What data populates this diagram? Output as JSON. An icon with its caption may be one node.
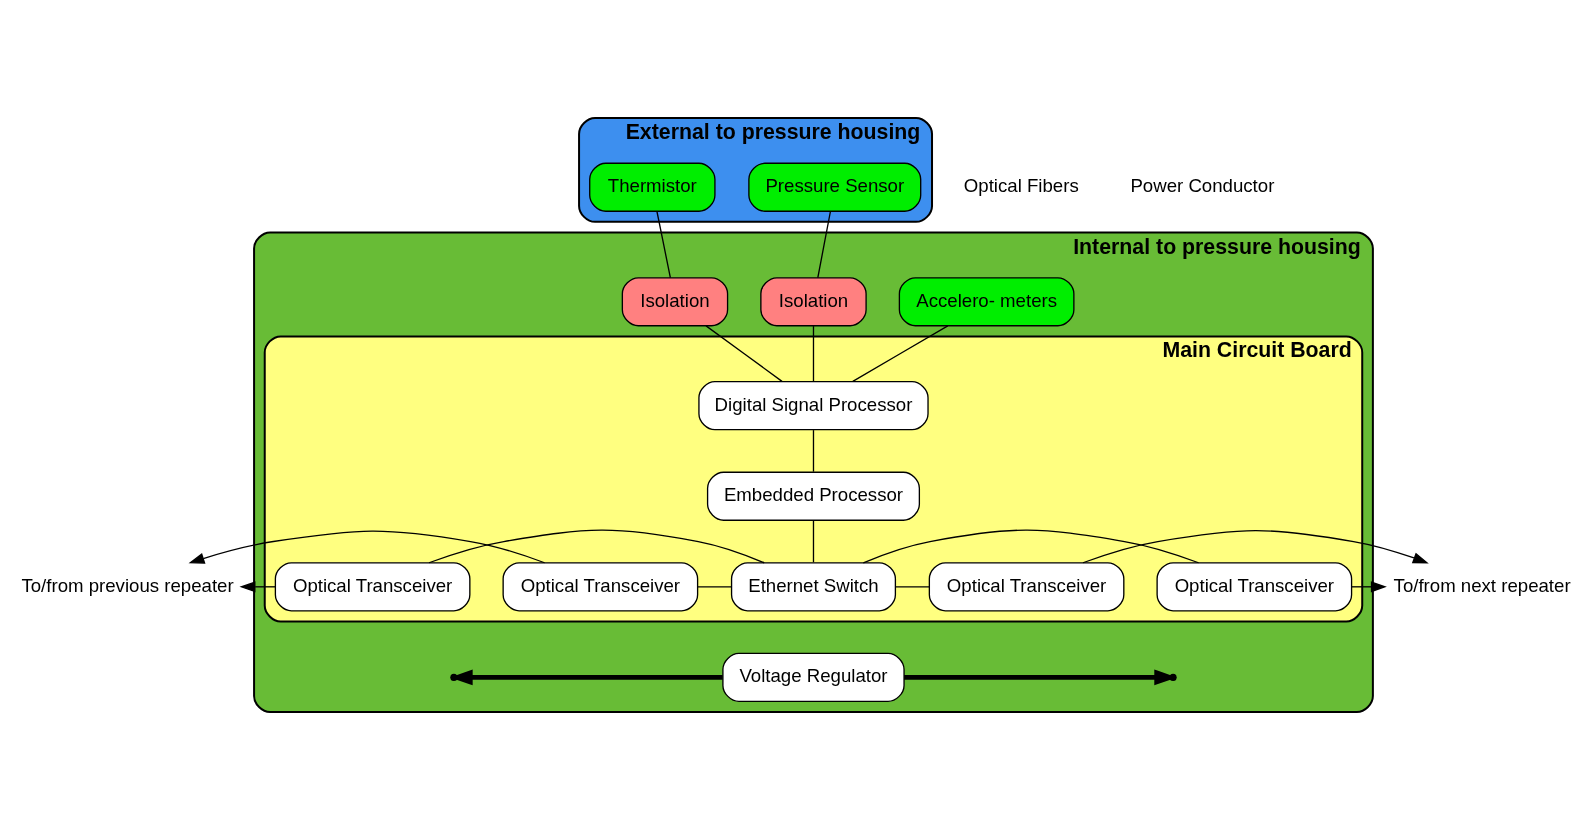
{
  "diagram": {
    "nodes": [
      {
        "text": [
          "External to pressure housing"
        ]
      },
      {
        "text": [
          "Thermistor"
        ],
        "in": 0
      },
      {
        "text": [
          "Pressure Sensor"
        ],
        "in": 0
      },
      {
        "text": [
          "Internal to pressure housing"
        ]
      },
      {
        "text": [
          "Isolation"
        ],
        "in": 3
      },
      {
        "text": [
          "Isolation"
        ],
        "in": 3
      },
      {
        "text": [
          "Accelero- meters"
        ],
        "in": 3
      },
      {
        "text": [
          "Main Circuit Board"
        ],
        "in": 3
      },
      {
        "text": [
          "Digital Signal Processor"
        ],
        "in": 7
      },
      {
        "text": [
          "Embedded Processor"
        ],
        "in": 7
      },
      {
        "text": [
          "Optical Transceiver"
        ],
        "in": 7
      },
      {
        "text": [
          "Optical Transceiver"
        ],
        "in": 7
      },
      {
        "text": [
          "Ethernet Switch"
        ],
        "in": 7
      },
      {
        "text": [
          "Optical Transceiver"
        ],
        "in": 7
      },
      {
        "text": [
          "Optical Transceiver"
        ],
        "in": 7
      },
      {
        "text": [
          "Voltage Regulator"
        ],
        "in": 3
      },
      {
        "text": [
          "To/from previous repeater"
        ]
      },
      {
        "text": [
          "To/from next repeater"
        ]
      }
    ],
    "edges": [
      {
        "from": 1,
        "to": 4,
        "arrow": "none"
      },
      {
        "from": 2,
        "to": 5,
        "arrow": "none"
      },
      {
        "from": 4,
        "to": 8,
        "arrow": "none"
      },
      {
        "from": 5,
        "to": 8,
        "arrow": "none"
      },
      {
        "from": 6,
        "to": 8,
        "arrow": "none"
      },
      {
        "from": 8,
        "to": 9,
        "arrow": "none"
      },
      {
        "from": 9,
        "to": 12,
        "arrow": "none"
      },
      {
        "from": 10,
        "to": 12,
        "arrow": "none"
      },
      {
        "from": 11,
        "to": 12,
        "arrow": "none"
      },
      {
        "from": 12,
        "to": 13,
        "arrow": "none"
      },
      {
        "from": 12,
        "to": 14,
        "arrow": "none"
      },
      {
        "from": 10,
        "to": 16,
        "arrow": "to"
      },
      {
        "from": 11,
        "to": 16,
        "arrow": "to"
      },
      {
        "from": 13,
        "to": 17,
        "arrow": "to"
      },
      {
        "from": 14,
        "to": 17,
        "arrow": "to"
      },
      {
        "from": 15,
        "to": null,
        "arrow": "to",
        "style": "thick"
      },
      {
        "from": 15,
        "to": null,
        "arrow": "to",
        "style": "thick"
      }
    ],
    "labels": [
      "Optical Fibers",
      "Power Conductor"
    ]
  }
}
